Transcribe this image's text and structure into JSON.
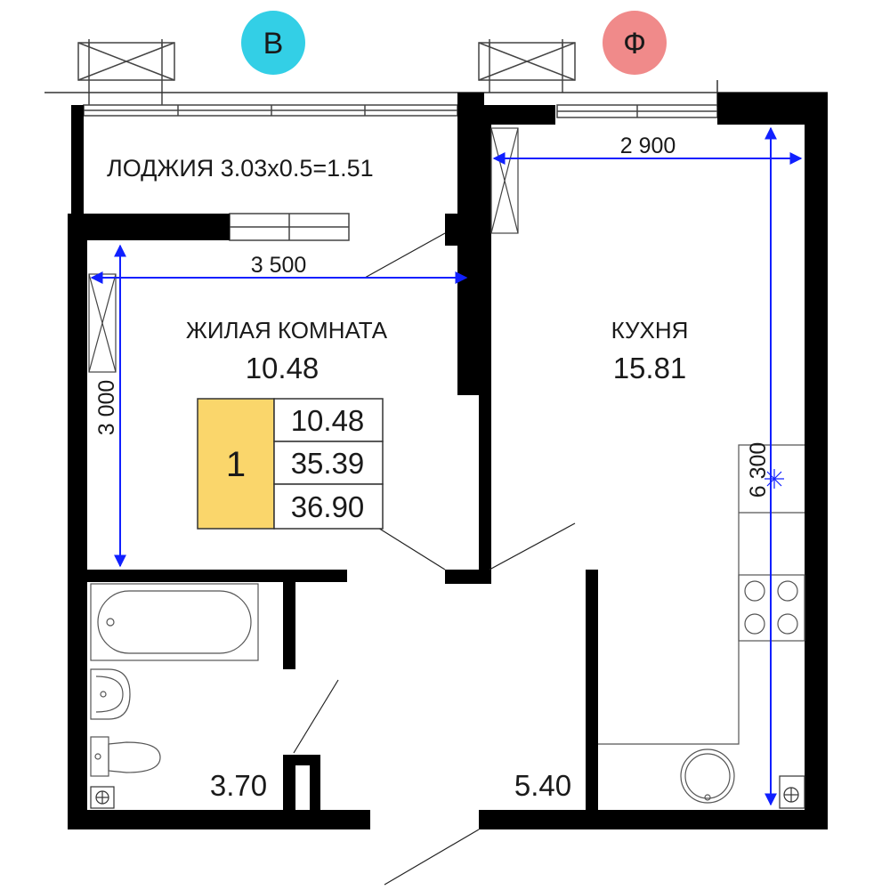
{
  "axes": {
    "left": {
      "letter": "В",
      "color": "#33cfe6"
    },
    "right": {
      "letter": "Ф",
      "color": "#f08a8a"
    }
  },
  "loggia": {
    "label": "ЛОДЖИЯ 3.03x0.5=1.51"
  },
  "living_room": {
    "name": "ЖИЛАЯ КОМНАТА",
    "area": "10.48",
    "width_dim": "3 500",
    "height_dim": "3 000"
  },
  "kitchen": {
    "name": "КУХНЯ",
    "area": "15.81",
    "width_dim": "2 900",
    "height_dim": "6 300"
  },
  "bathroom": {
    "area": "3.70"
  },
  "hallway": {
    "area": "5.40"
  },
  "summary": {
    "rooms": "1",
    "living_area": "10.48",
    "total_area": "35.39",
    "total_with_loggia": "36.90",
    "badge_color": "#fad66b"
  },
  "colors": {
    "wall": "#000000",
    "dimension": "#1020ff"
  }
}
